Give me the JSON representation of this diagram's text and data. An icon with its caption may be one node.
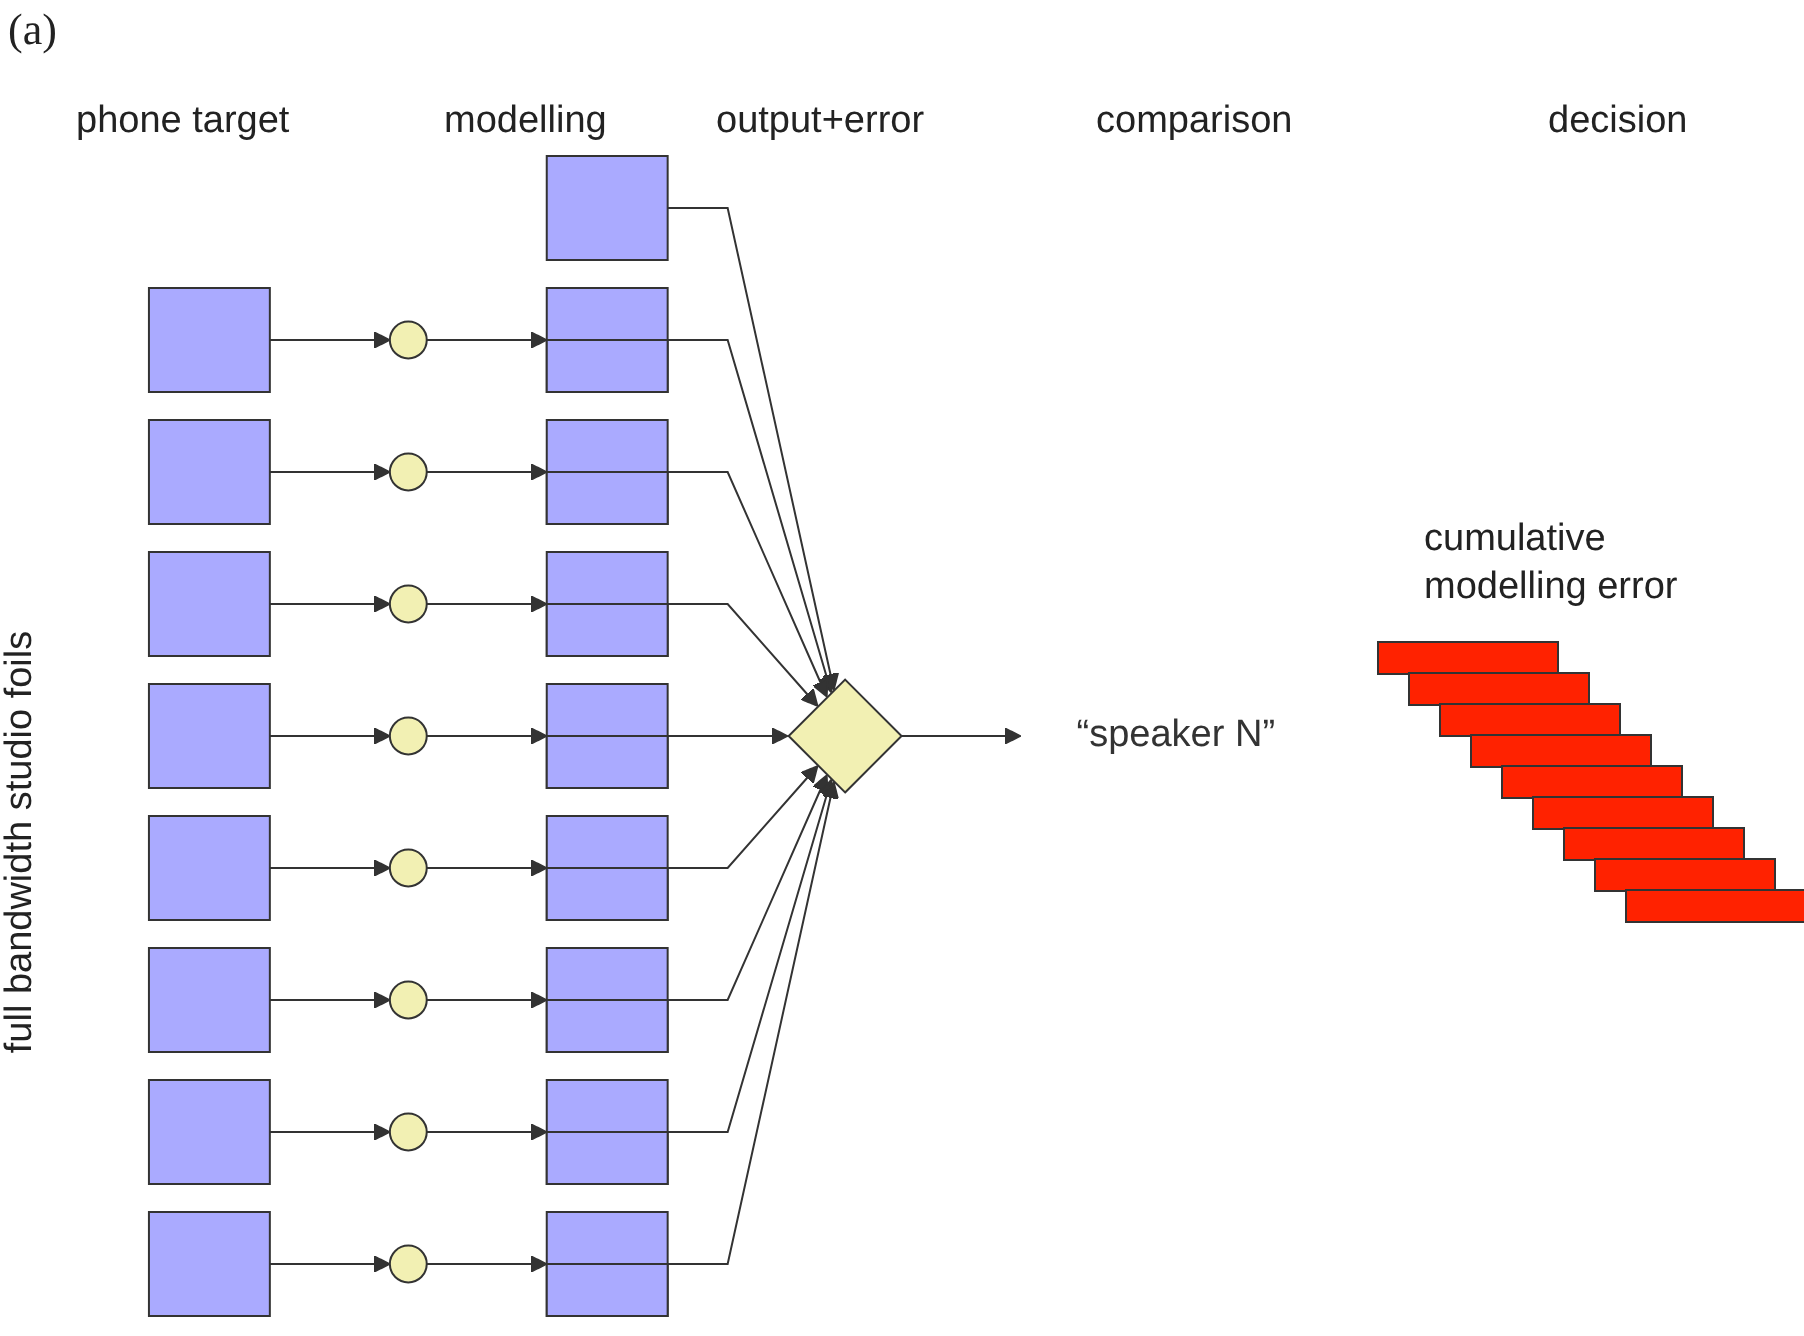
{
  "diagram": {
    "nodes": [
      {
        "text": [],
        "shape": "box"
      },
      {
        "text": [],
        "shape": "diamond"
      },
      {
        "text": [
          "“speaker N”"
        ]
      },
      {
        "text": [],
        "shape": "box"
      },
      {
        "text": [],
        "shape": "circle"
      },
      {
        "text": [],
        "shape": "box"
      },
      {
        "text": [],
        "shape": "box"
      },
      {
        "text": [],
        "shape": "circle"
      },
      {
        "text": [],
        "shape": "box"
      },
      {
        "text": [],
        "shape": "box"
      },
      {
        "text": [],
        "shape": "circle"
      },
      {
        "text": [],
        "shape": "box"
      },
      {
        "text": [],
        "shape": "box"
      },
      {
        "text": [],
        "shape": "circle"
      },
      {
        "text": [],
        "shape": "box"
      },
      {
        "text": [],
        "shape": "box"
      },
      {
        "text": [],
        "shape": "circle"
      },
      {
        "text": [],
        "shape": "box"
      },
      {
        "text": [],
        "shape": "box"
      },
      {
        "text": [],
        "shape": "circle"
      },
      {
        "text": [],
        "shape": "box"
      },
      {
        "text": [],
        "shape": "box"
      },
      {
        "text": [],
        "shape": "circle"
      },
      {
        "text": [],
        "shape": "box"
      },
      {
        "text": [],
        "shape": "box"
      },
      {
        "text": [],
        "shape": "circle"
      },
      {
        "text": [],
        "shape": "box"
      }
    ],
    "edges": [
      {
        "from": 0,
        "to": 1,
        "arrow": "to"
      },
      {
        "from": 1,
        "to": 2,
        "arrow": "to"
      },
      {
        "from": 3,
        "to": 4,
        "arrow": "to"
      },
      {
        "from": 4,
        "to": 5,
        "arrow": "to"
      },
      {
        "from": 5,
        "to": 1,
        "arrow": "to"
      },
      {
        "from": 6,
        "to": 7,
        "arrow": "to"
      },
      {
        "from": 7,
        "to": 8,
        "arrow": "to"
      },
      {
        "from": 8,
        "to": 1,
        "arrow": "to"
      },
      {
        "from": 9,
        "to": 10,
        "arrow": "to"
      },
      {
        "from": 10,
        "to": 11,
        "arrow": "to"
      },
      {
        "from": 11,
        "to": 1,
        "arrow": "to"
      },
      {
        "from": 12,
        "to": 13,
        "arrow": "to"
      },
      {
        "from": 13,
        "to": 14,
        "arrow": "to"
      },
      {
        "from": 14,
        "to": 1,
        "arrow": "to"
      },
      {
        "from": 15,
        "to": 16,
        "arrow": "to"
      },
      {
        "from": 16,
        "to": 17,
        "arrow": "to"
      },
      {
        "from": 17,
        "to": 1,
        "arrow": "to"
      },
      {
        "from": 18,
        "to": 19,
        "arrow": "to"
      },
      {
        "from": 19,
        "to": 20,
        "arrow": "to"
      },
      {
        "from": 20,
        "to": 1,
        "arrow": "to"
      },
      {
        "from": 21,
        "to": 22,
        "arrow": "to"
      },
      {
        "from": 22,
        "to": 23,
        "arrow": "to"
      },
      {
        "from": 23,
        "to": 1,
        "arrow": "to"
      },
      {
        "from": 24,
        "to": 25,
        "arrow": "to"
      },
      {
        "from": 25,
        "to": 26,
        "arrow": "to"
      },
      {
        "from": 26,
        "to": 1,
        "arrow": "to"
      }
    ],
    "labels": [
      "(a)",
      "phone target",
      "modelling",
      "output+error",
      "comparison",
      "decision",
      "full bandwidth studio foils",
      "cumulative modelling error"
    ]
  }
}
